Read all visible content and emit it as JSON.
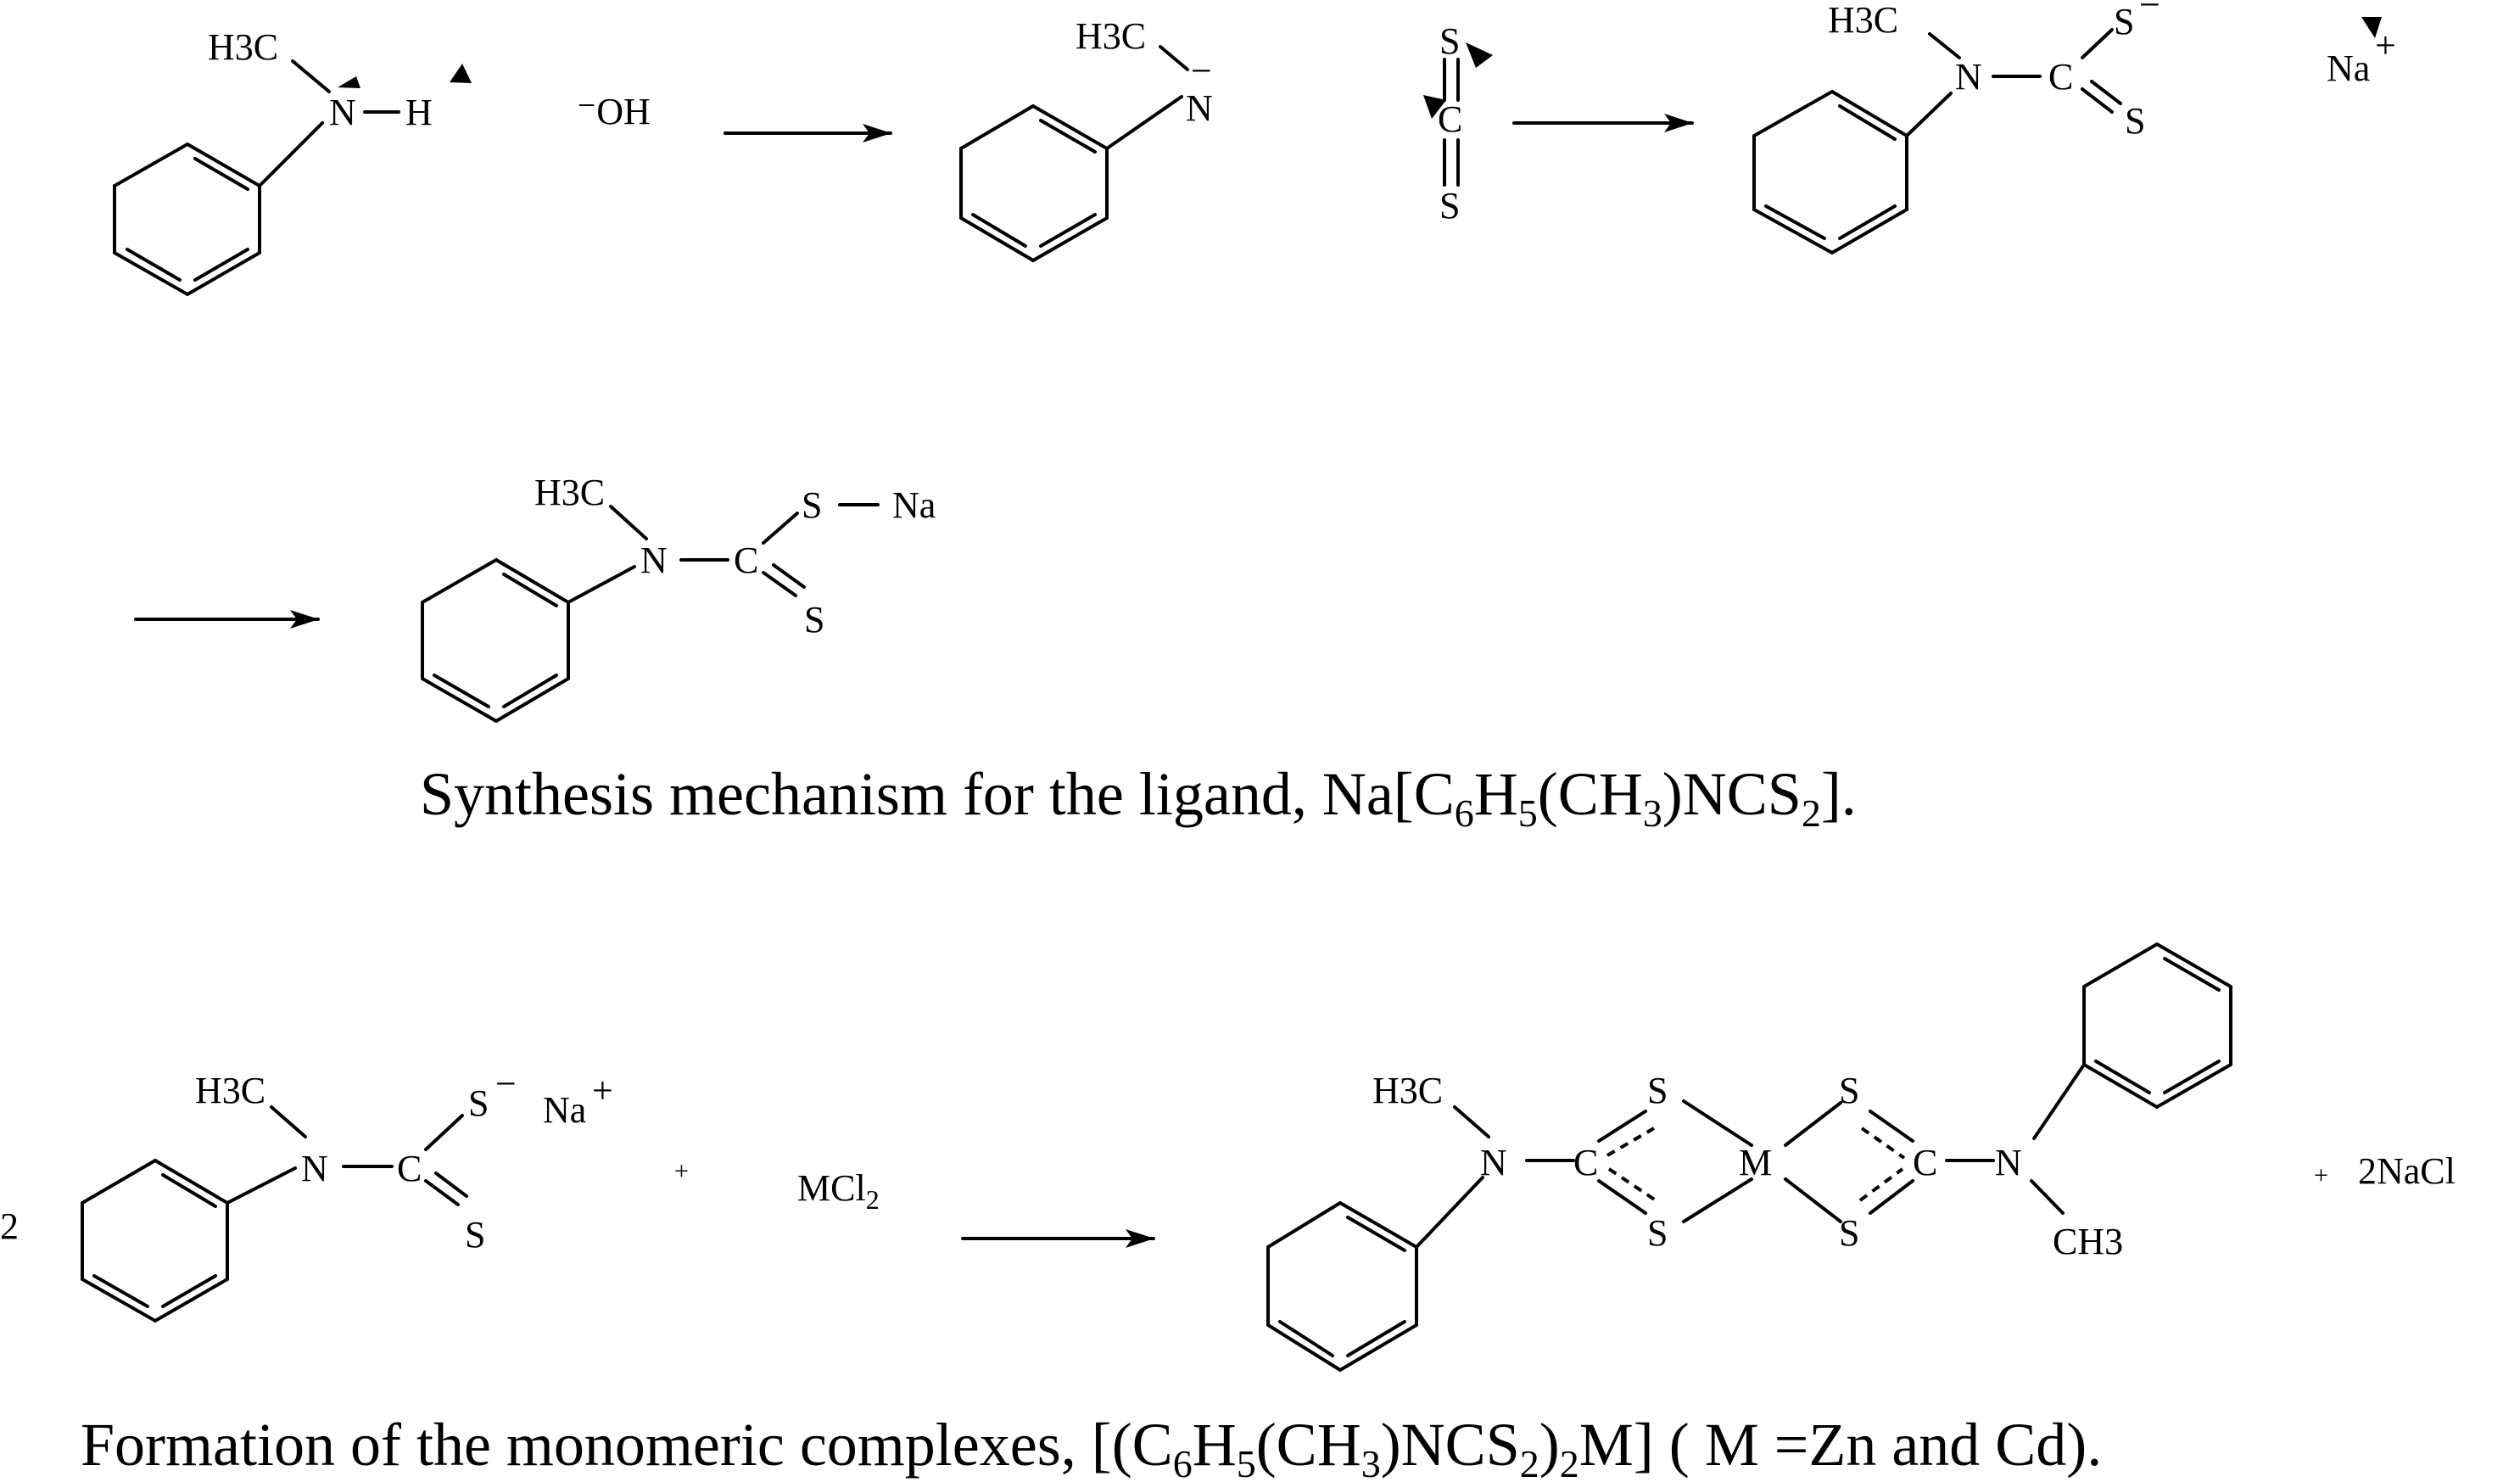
{
  "labels": {
    "h3c": "H3C",
    "ch3": "CH3",
    "n": "N",
    "h": "H",
    "c": "C",
    "s": "S",
    "na": "Na",
    "m": "M",
    "hydroxide": "⁻OH",
    "minus": "−",
    "plus": "+",
    "mcl2": "MCl2",
    "two": "2",
    "two_nacl": "2NaCl"
  },
  "captions": {
    "ligand": "Synthesis mechanism for the ligand, Na[C6H5(CH3)NCS2].",
    "complex": "Formation of the monomeric complexes, [(C6H5(CH3)NCS2)2M] ( M =Zn and Cd)."
  }
}
